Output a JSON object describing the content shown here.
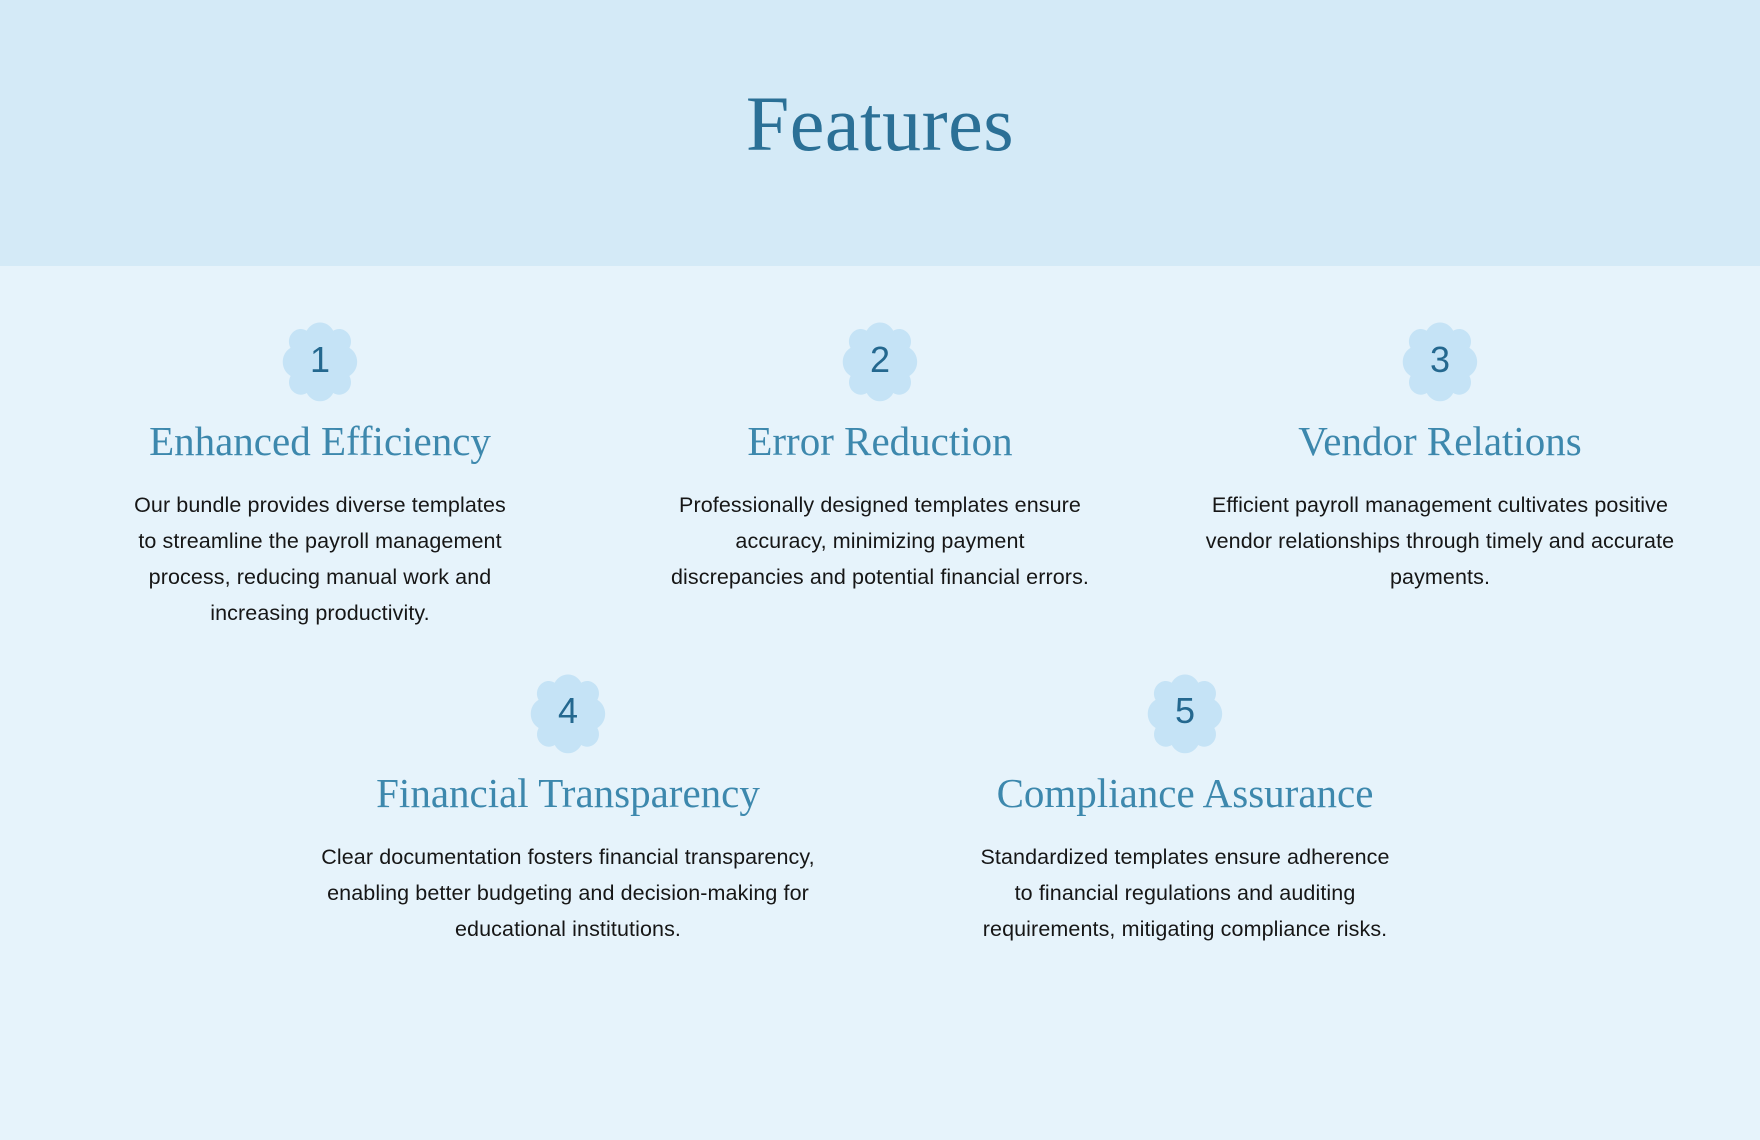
{
  "header": {
    "title": "Features",
    "band_color": "#d4eaf7"
  },
  "theme": {
    "page_background": "#e6f3fb",
    "title_color": "#2b7096",
    "heading_color": "#3d88ad",
    "badge_fill": "#c5e3f6",
    "badge_number_color": "#24688f",
    "body_text_color": "#161616"
  },
  "features": [
    {
      "number": "1",
      "badge_icon": "scalloped-badge-icon",
      "heading": "Enhanced Efficiency",
      "description": "Our bundle provides diverse templates to streamline the payroll management process, reducing manual work and increasing productivity."
    },
    {
      "number": "2",
      "badge_icon": "scalloped-badge-icon",
      "heading": "Error Reduction",
      "description": "Professionally designed templates ensure accuracy, minimizing payment discrepancies and potential financial errors."
    },
    {
      "number": "3",
      "badge_icon": "scalloped-badge-icon",
      "heading": "Vendor Relations",
      "description": "Efficient payroll management cultivates positive vendor relationships through timely and accurate payments."
    },
    {
      "number": "4",
      "badge_icon": "scalloped-badge-icon",
      "heading": "Financial Transparency",
      "description": "Clear documentation fosters financial transparency, enabling better budgeting and decision-making for educational institutions."
    },
    {
      "number": "5",
      "badge_icon": "scalloped-badge-icon",
      "heading": "Compliance Assurance",
      "description": "Standardized templates ensure adherence to financial regulations and auditing requirements, mitigating compliance risks."
    }
  ]
}
